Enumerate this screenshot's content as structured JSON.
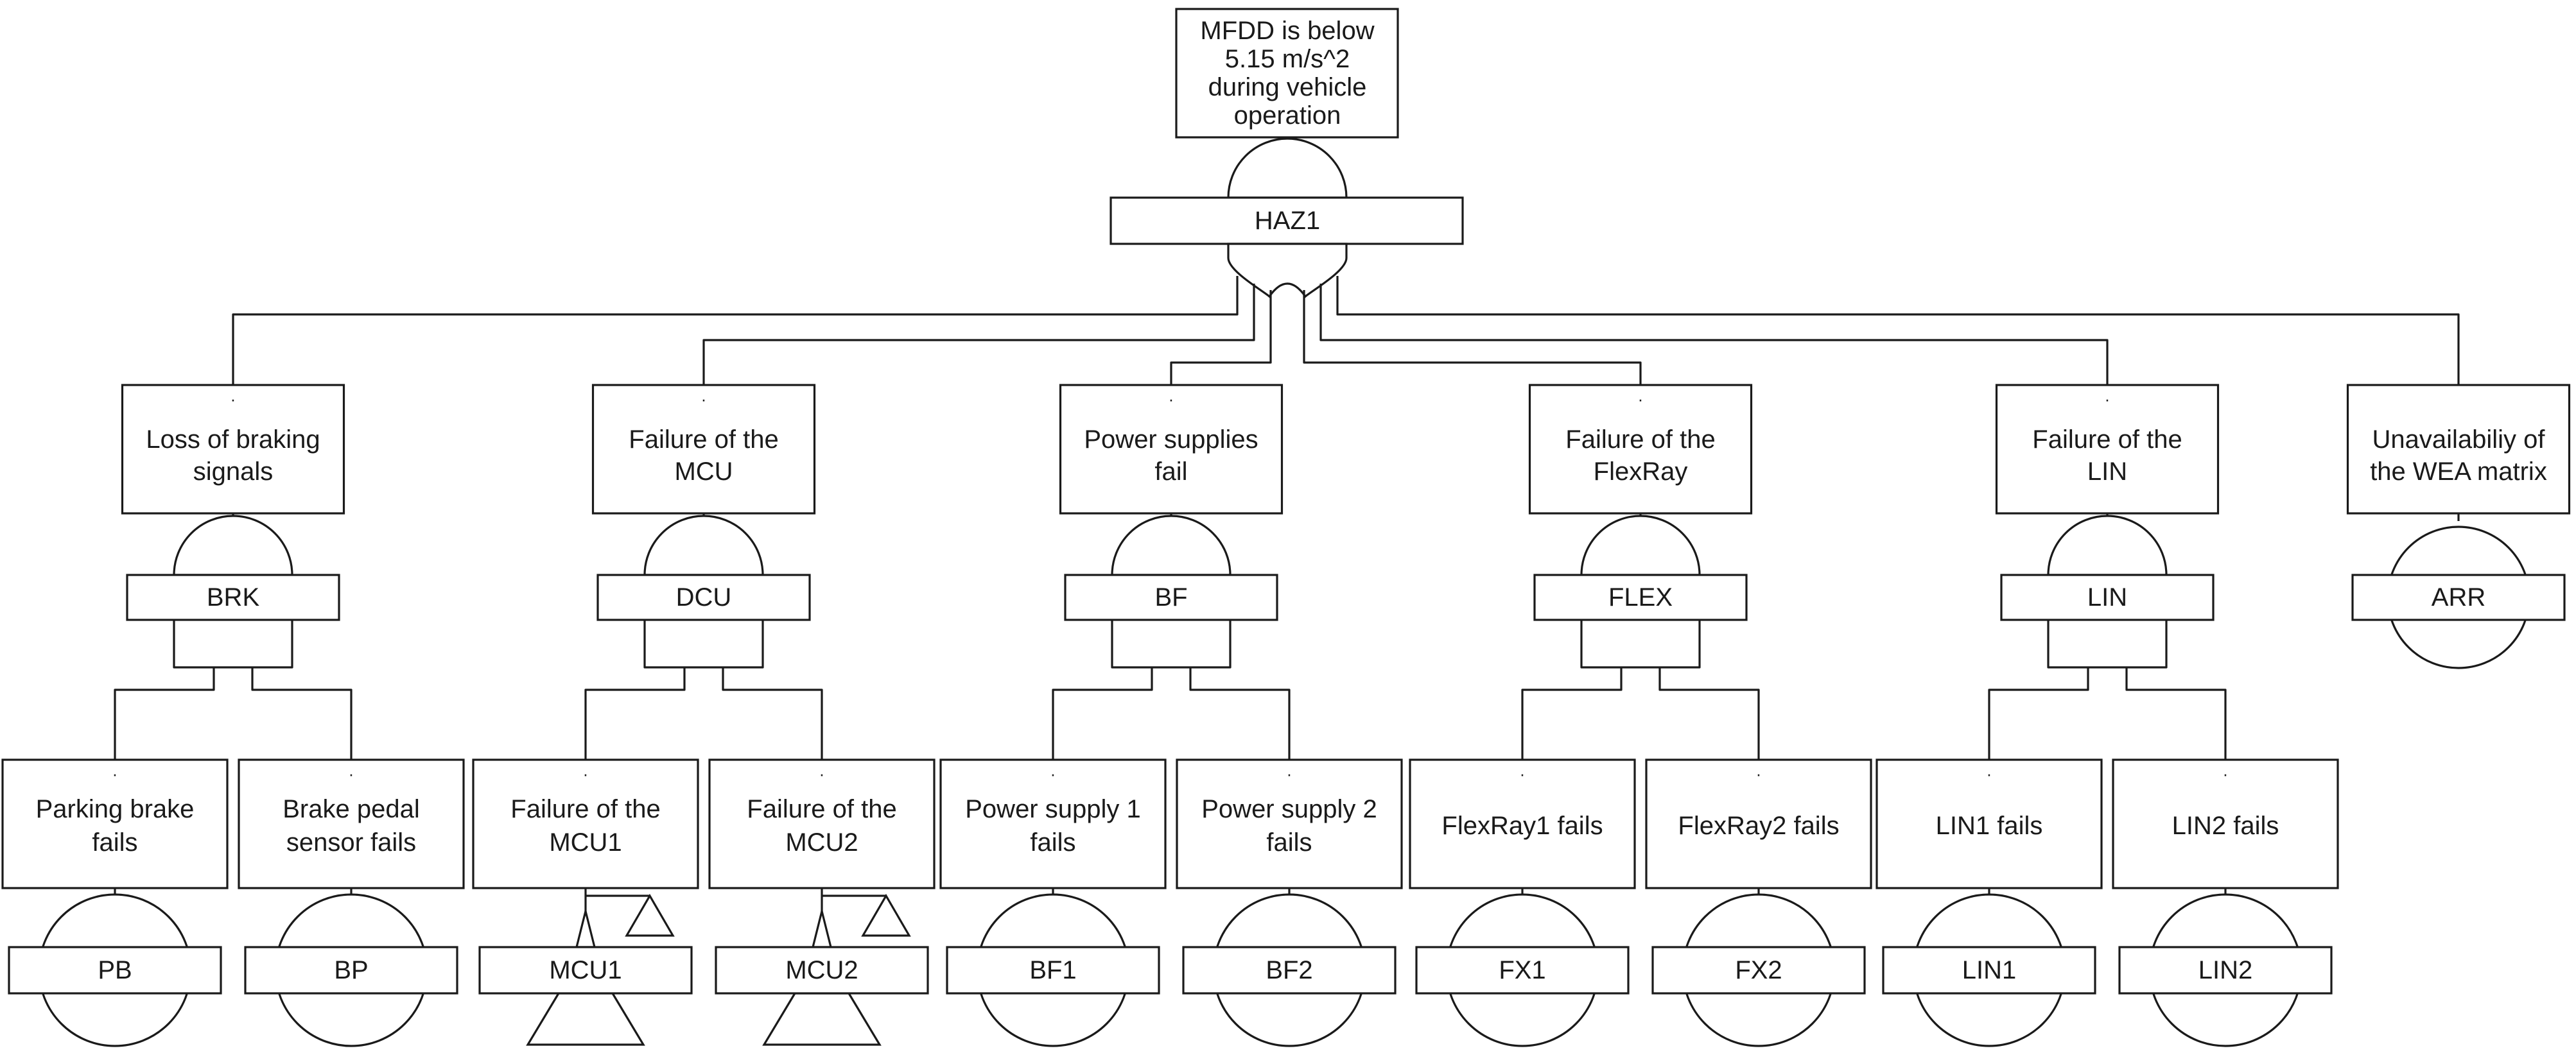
{
  "top_event": {
    "text_lines": [
      "MFDD is below",
      "5.15 m/s^2",
      "during vehicle",
      "operation"
    ],
    "gate_label": "HAZ1",
    "gate_type": "or"
  },
  "events": [
    {
      "id": "brk",
      "marker": "·",
      "text_lines": [
        "Loss of braking",
        "signals"
      ],
      "gate_label": "BRK",
      "gate_type": "or",
      "children": [
        {
          "id": "pb",
          "marker": "·",
          "text_lines": [
            "Parking brake",
            "fails"
          ],
          "label": "PB",
          "symbol": "basic-event"
        },
        {
          "id": "bp",
          "marker": "·",
          "text_lines": [
            "Brake pedal",
            "sensor fails"
          ],
          "label": "BP",
          "symbol": "basic-event"
        }
      ]
    },
    {
      "id": "dcu",
      "marker": "·",
      "text_lines": [
        "Failure of the",
        "MCU"
      ],
      "gate_label": "DCU",
      "gate_type": "or",
      "children": [
        {
          "id": "mcu1",
          "marker": "·",
          "text_lines": [
            "Failure of the",
            "MCU1"
          ],
          "label": "MCU1",
          "symbol": "transfer"
        },
        {
          "id": "mcu2",
          "marker": "·",
          "text_lines": [
            "Failure of the",
            "MCU2"
          ],
          "label": "MCU2",
          "symbol": "transfer"
        }
      ]
    },
    {
      "id": "bf",
      "marker": "·",
      "text_lines": [
        "Power supplies",
        "fail"
      ],
      "gate_label": "BF",
      "gate_type": "or",
      "children": [
        {
          "id": "bf1",
          "marker": "·",
          "text_lines": [
            "Power supply 1",
            "fails"
          ],
          "label": "BF1",
          "symbol": "basic-event"
        },
        {
          "id": "bf2",
          "marker": "·",
          "text_lines": [
            "Power supply 2",
            "fails"
          ],
          "label": "BF2",
          "symbol": "basic-event"
        }
      ]
    },
    {
      "id": "flex",
      "marker": "·",
      "text_lines": [
        "Failure of the",
        "FlexRay"
      ],
      "gate_label": "FLEX",
      "gate_type": "or",
      "children": [
        {
          "id": "fx1",
          "marker": "·",
          "text_lines": [
            "FlexRay1 fails"
          ],
          "label": "FX1",
          "symbol": "basic-event"
        },
        {
          "id": "fx2",
          "marker": "·",
          "text_lines": [
            "FlexRay2 fails"
          ],
          "label": "FX2",
          "symbol": "basic-event"
        }
      ]
    },
    {
      "id": "lin",
      "marker": "·",
      "text_lines": [
        "Failure of the",
        "LIN"
      ],
      "gate_label": "LIN",
      "gate_type": "or",
      "children": [
        {
          "id": "lin1",
          "marker": "·",
          "text_lines": [
            "LIN1 fails"
          ],
          "label": "LIN1",
          "symbol": "basic-event"
        },
        {
          "id": "lin2",
          "marker": "·",
          "text_lines": [
            "LIN2 fails"
          ],
          "label": "LIN2",
          "symbol": "basic-event"
        }
      ]
    },
    {
      "id": "arr",
      "marker": "",
      "text_lines": [
        "Unavailabiliy of",
        "the WEA matrix"
      ],
      "label": "ARR",
      "symbol": "basic-event",
      "children": []
    }
  ]
}
